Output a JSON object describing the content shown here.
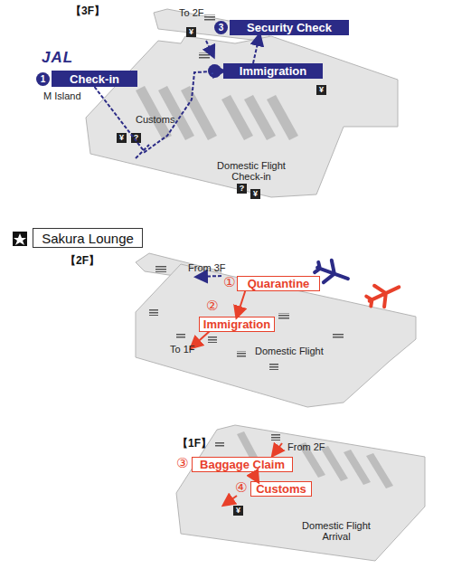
{
  "diagram": {
    "nodes": [
      {
        "text": [
          "Check-in"
        ]
      },
      {
        "text": [
          "Immigration"
        ]
      },
      {
        "text": [
          "Security Check"
        ]
      },
      {
        "text": [
          "Sakura Lounge"
        ]
      },
      {
        "text": [
          "Quarantine"
        ]
      },
      {
        "text": [
          "Immigration"
        ]
      },
      {
        "text": [
          "Baggage Claim"
        ]
      },
      {
        "text": [
          "Customs"
        ]
      }
    ],
    "edges": [
      {
        "from": 0,
        "to": 1,
        "arrow": "to"
      },
      {
        "from": 1,
        "to": 2,
        "arrow": "to"
      },
      {
        "from": 4,
        "to": 5,
        "arrow": "to"
      },
      {
        "from": 6,
        "to": 7,
        "arrow": "to"
      }
    ],
    "labels": [
      "【3F】",
      "JAL",
      "1",
      "M Island",
      "To 2F",
      "3",
      "2",
      "Customs",
      "Domestic Flight Check-in",
      "¥",
      "¥",
      "¥",
      "?",
      "?",
      "¥",
      "【2F】",
      "From 3F",
      "①",
      "②",
      "To 1F",
      "Domestic Flight",
      "【1F】",
      "From 2F",
      "③",
      "④",
      "¥",
      "Domestic Flight Arrival"
    ]
  }
}
